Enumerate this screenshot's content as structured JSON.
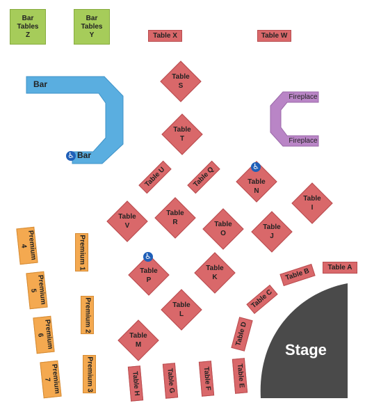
{
  "colors": {
    "table": "#d9686a",
    "premium": "#f4a950",
    "bar_tables": "#a6cc5a",
    "bar": "#5aaee0",
    "fireplace": "#b985c6",
    "stage": "#4a4a4a",
    "wheelchair": "#1f5fb8"
  },
  "bar_tables": [
    {
      "line1": "Bar",
      "line2": "Tables",
      "line3": "Z"
    },
    {
      "line1": "Bar",
      "line2": "Tables",
      "line3": "Y"
    }
  ],
  "top_tables": {
    "x": "Table X",
    "w": "Table W"
  },
  "bar": {
    "label": "Bar",
    "lower_label": "Bar"
  },
  "fireplace": {
    "upper": "Fireplace",
    "lower": "Fireplace"
  },
  "diamond_tables": {
    "s": {
      "word": "Table",
      "letter": "S"
    },
    "t": {
      "word": "Table",
      "letter": "T"
    },
    "n": {
      "word": "Table",
      "letter": "N"
    },
    "i": {
      "word": "Table",
      "letter": "I"
    },
    "v": {
      "word": "Table",
      "letter": "V"
    },
    "r": {
      "word": "Table",
      "letter": "R"
    },
    "o": {
      "word": "Table",
      "letter": "O"
    },
    "j": {
      "word": "Table",
      "letter": "J"
    },
    "p": {
      "word": "Table",
      "letter": "P"
    },
    "k": {
      "word": "Table",
      "letter": "K"
    },
    "l": {
      "word": "Table",
      "letter": "L"
    },
    "m": {
      "word": "Table",
      "letter": "M"
    }
  },
  "slanted_tables": {
    "u": "Table U",
    "q": "Table Q"
  },
  "premium": {
    "p1": "Premium 1",
    "p2": "Premium 2",
    "p3": "Premium 3",
    "p4": {
      "word": "Premium",
      "num": "4"
    },
    "p5": {
      "word": "Premium",
      "num": "5"
    },
    "p6": {
      "word": "Premium",
      "num": "6"
    },
    "p7": {
      "word": "Premium",
      "num": "7"
    }
  },
  "bottom_tables": {
    "h": "Table H",
    "g": "Table G",
    "f": "Table F",
    "e": "Table E"
  },
  "stage_tables": {
    "d": "Table D",
    "c": "Table C",
    "b": "Table B",
    "a": "Table A"
  },
  "stage": {
    "label": "Stage"
  },
  "wheelchair_icon": "wheelchair-icon"
}
